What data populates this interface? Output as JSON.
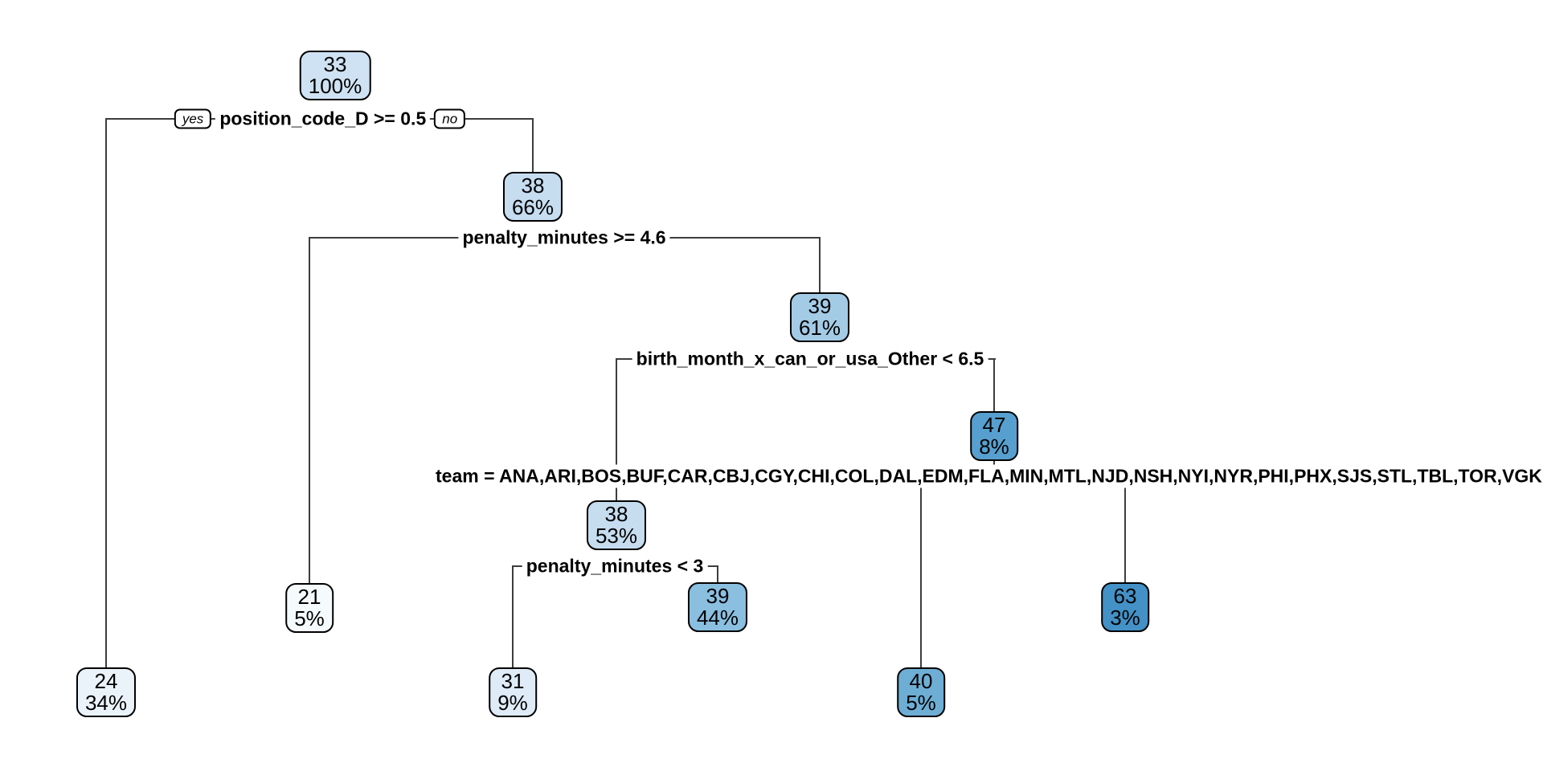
{
  "diagram": {
    "type": "decision-tree",
    "background": "#ffffff",
    "line_color": "#3d3d3d",
    "branch_labels": {
      "yes": "yes",
      "no": "no"
    },
    "nodes": [
      {
        "value": "33",
        "percent": "100%",
        "color": "#cfe2f3",
        "role": "root"
      },
      {
        "value": "38",
        "percent": "66%",
        "color": "#c6dcef",
        "role": "internal"
      },
      {
        "value": "39",
        "percent": "61%",
        "color": "#a4cbe6",
        "role": "internal"
      },
      {
        "value": "47",
        "percent": "8%",
        "color": "#579fce",
        "role": "internal"
      },
      {
        "value": "38",
        "percent": "53%",
        "color": "#c6dcef",
        "role": "internal"
      },
      {
        "value": "39",
        "percent": "44%",
        "color": "#8abfe0",
        "role": "leaf"
      },
      {
        "value": "31",
        "percent": "9%",
        "color": "#dfecf7",
        "role": "leaf"
      },
      {
        "value": "40",
        "percent": "5%",
        "color": "#6eaed5",
        "role": "leaf"
      },
      {
        "value": "63",
        "percent": "3%",
        "color": "#4391c6",
        "role": "leaf"
      },
      {
        "value": "21",
        "percent": "5%",
        "color": "#f5fafd",
        "role": "leaf"
      },
      {
        "value": "24",
        "percent": "34%",
        "color": "#eaf3fa",
        "role": "leaf"
      }
    ],
    "splits": [
      {
        "condition": "position_code_D >= 0.5"
      },
      {
        "condition": "penalty_minutes >= 4.6"
      },
      {
        "condition": "birth_month_x_can_or_usa_Other < 6.5"
      },
      {
        "condition": "team = ANA,ARI,BOS,BUF,CAR,CBJ,CGY,CHI,COL,DAL,EDM,FLA,MIN,MTL,NJD,NSH,NYI,NYR,PHI,PHX,SJS,STL,TBL,TOR,VGK"
      },
      {
        "condition": "penalty_minutes < 3"
      }
    ]
  }
}
